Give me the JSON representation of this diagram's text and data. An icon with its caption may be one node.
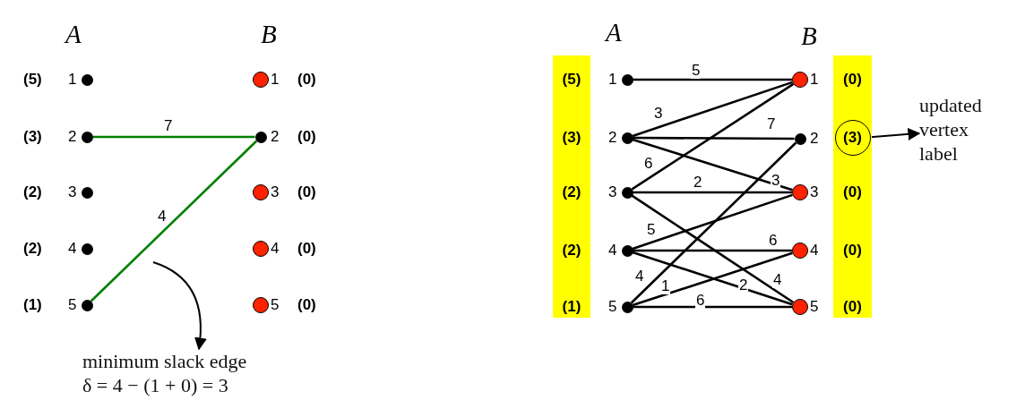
{
  "diagram": {
    "nodes": [
      {
        "text": [],
        "shape": "circle",
        "beside": [
          "1",
          "(5)"
        ]
      },
      {
        "text": [],
        "shape": "circle",
        "beside": [
          "2",
          "(3)"
        ]
      },
      {
        "text": [],
        "shape": "circle",
        "beside": [
          "3",
          "(2)"
        ]
      },
      {
        "text": [],
        "shape": "circle",
        "beside": [
          "4",
          "(2)"
        ]
      },
      {
        "text": [],
        "shape": "circle",
        "beside": [
          "5",
          "(1)"
        ]
      },
      {
        "text": [],
        "shape": "circle",
        "beside": [
          "1",
          "(0)"
        ]
      },
      {
        "text": [],
        "shape": "circle",
        "beside": [
          "2",
          "(0)"
        ]
      },
      {
        "text": [],
        "shape": "circle",
        "beside": [
          "3",
          "(0)"
        ]
      },
      {
        "text": [],
        "shape": "circle",
        "beside": [
          "4",
          "(0)"
        ]
      },
      {
        "text": [],
        "shape": "circle",
        "beside": [
          "5",
          "(0)"
        ]
      },
      {
        "text": [
          "minimum slack edge",
          "δ = 4 − (1 + 0) = 3"
        ]
      },
      {
        "text": [],
        "shape": "bar"
      },
      {
        "text": [
          "(5)"
        ],
        "in": 11
      },
      {
        "text": [
          "(3)"
        ],
        "in": 11
      },
      {
        "text": [
          "(2)"
        ],
        "in": 11
      },
      {
        "text": [
          "(2)"
        ],
        "in": 11
      },
      {
        "text": [
          "(1)"
        ],
        "in": 11
      },
      {
        "text": [],
        "shape": "circle",
        "beside": [
          "1"
        ]
      },
      {
        "text": [],
        "shape": "circle",
        "beside": [
          "2"
        ]
      },
      {
        "text": [],
        "shape": "circle",
        "beside": [
          "3"
        ]
      },
      {
        "text": [],
        "shape": "circle",
        "beside": [
          "4"
        ]
      },
      {
        "text": [],
        "shape": "circle",
        "beside": [
          "5"
        ]
      },
      {
        "text": [],
        "shape": "circle",
        "beside": [
          "1"
        ]
      },
      {
        "text": [],
        "shape": "circle",
        "beside": [
          "2"
        ]
      },
      {
        "text": [],
        "shape": "circle",
        "beside": [
          "3"
        ]
      },
      {
        "text": [],
        "shape": "circle",
        "beside": [
          "4"
        ]
      },
      {
        "text": [],
        "shape": "circle",
        "beside": [
          "5"
        ]
      },
      {
        "text": [],
        "shape": "bar"
      },
      {
        "text": [
          "(0)"
        ],
        "in": 27
      },
      {
        "text": [
          "(3)"
        ],
        "in": 27
      },
      {
        "text": [
          "(0)"
        ],
        "in": 27
      },
      {
        "text": [
          "(0)"
        ],
        "in": 27
      },
      {
        "text": [
          "(0)"
        ],
        "in": 27
      },
      {
        "text": [
          "updated vertex label"
        ]
      }
    ],
    "edges": [
      {
        "from": 1,
        "to": 6,
        "arrow": "none",
        "label": "7",
        "color": "#008000"
      },
      {
        "from": 4,
        "to": 6,
        "arrow": "none",
        "label": "4",
        "color": "#008000"
      },
      {
        "from": null,
        "to": 10,
        "arrow": "to"
      },
      {
        "from": 17,
        "to": 22,
        "arrow": "none",
        "label": "5"
      },
      {
        "from": 18,
        "to": 22,
        "arrow": "none",
        "label": "3"
      },
      {
        "from": 18,
        "to": 23,
        "arrow": "none",
        "label": "7"
      },
      {
        "from": 18,
        "to": 24,
        "arrow": "none",
        "label": "3"
      },
      {
        "from": 19,
        "to": 22,
        "arrow": "none",
        "label": "6"
      },
      {
        "from": 19,
        "to": 24,
        "arrow": "none",
        "label": "2"
      },
      {
        "from": 19,
        "to": 26,
        "arrow": "none",
        "label": "4"
      },
      {
        "from": 20,
        "to": 24,
        "arrow": "none",
        "label": "5"
      },
      {
        "from": 20,
        "to": 25,
        "arrow": "none",
        "label": "6"
      },
      {
        "from": 20,
        "to": 26,
        "arrow": "none",
        "label": "2"
      },
      {
        "from": 21,
        "to": 23,
        "arrow": "none",
        "label": "4"
      },
      {
        "from": 21,
        "to": 25,
        "arrow": "none",
        "label": "1"
      },
      {
        "from": 21,
        "to": 26,
        "arrow": "none",
        "label": "6"
      },
      {
        "from": 29,
        "to": 33,
        "arrow": "to"
      }
    ],
    "labels": [
      "A",
      "B",
      "A",
      "B"
    ]
  }
}
